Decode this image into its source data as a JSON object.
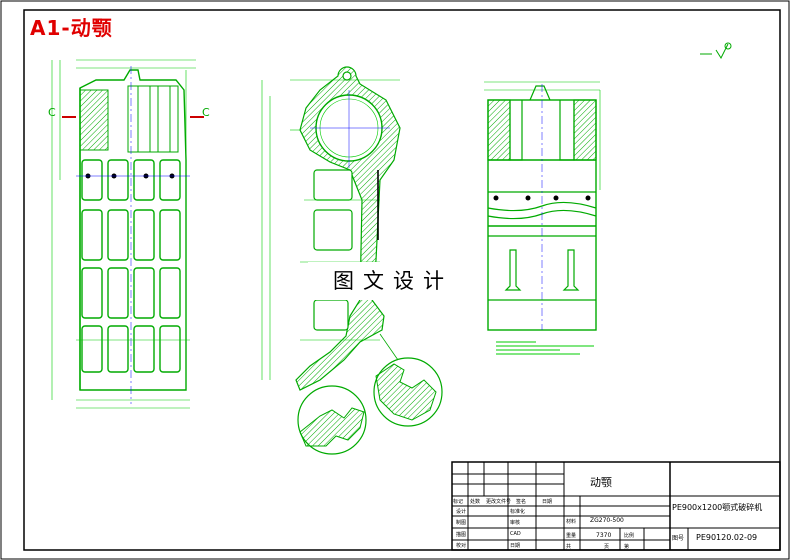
{
  "drawing": {
    "title": "A1-动颚",
    "section_label": "C",
    "watermark": "图文设计"
  },
  "title_block": {
    "part_name": "动颚",
    "machine_name": "PE900x1200颚式破碎机",
    "drawing_number": "PE90120.02-09",
    "material": "ZG270-500",
    "weight": "7370",
    "header_row": [
      "标记",
      "处数",
      "更改文件号",
      "签名",
      "日期"
    ],
    "rows": [
      {
        "label": "设计",
        "label2": "标准化"
      },
      {
        "label": "制图",
        "label2": "审核"
      },
      {
        "label": "描图",
        "label2": "CAD"
      },
      {
        "label": "校对",
        "label2": "日期"
      }
    ],
    "cells": {
      "material_label": "材料",
      "weight_label": "重量",
      "scale_label": "比例",
      "sheet_label": "共",
      "page_label": "第",
      "page_unit": "页",
      "code_label": "图号"
    }
  },
  "colors": {
    "frame": "#000000",
    "outline": "#00aa00",
    "dimension": "#00cc00",
    "centerline": "#0000ff",
    "cut": "#cc0000",
    "title": "#e00000"
  }
}
